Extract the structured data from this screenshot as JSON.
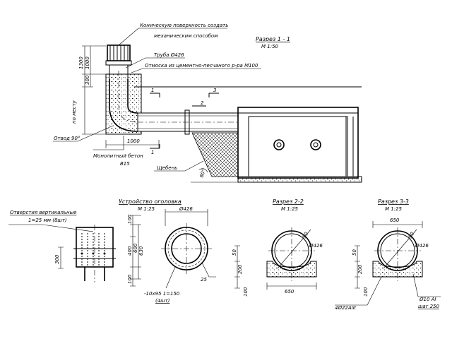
{
  "labels": {
    "cap_line1": "Коническую поверхность создать",
    "cap_line2": "механическим способом",
    "pipe": "Труба Ø426",
    "plaster": "Отмоска из цементно-песчаного р-ра М100",
    "elbow": "Отвод 90°",
    "monolith": "Монолитный бетон",
    "concrete_class": "В15",
    "gravel": "Щебень",
    "holes_line1": "Отверстия вертикальные",
    "holes_line2": "1=25 мм (8шт)",
    "plate_line1": "-10х95 1=150",
    "plate_line2": "(4шт)",
    "rebar": "Ø10 АI",
    "rebar_step": "шаг 250",
    "rebar2": "4Ø22АIII",
    "on_site": "по месту"
  },
  "titles": {
    "section11": "Разрез 1 - 1",
    "section11_scale": "М 1:50",
    "head": "Устройство оголовка",
    "head_scale": "М 1:25",
    "section22": "Разрез 2-2",
    "section22_scale": "М 1:25",
    "section33": "Разрез 3-3",
    "section33_scale": "М 1:25"
  },
  "dims": {
    "d1300": "1300",
    "d1000v": "1000",
    "d300": "300",
    "d1000h": "1000",
    "marker1": "1",
    "marker2": "2",
    "marker3": "3",
    "slope": "60°",
    "h100a": "100",
    "h400": "400",
    "h600": "600",
    "h630": "630",
    "h100b": "100",
    "h300": "300",
    "head_d426": "Ø426",
    "head_25": "25",
    "s2_d426": "Ø426",
    "s2_50a": "50",
    "s2_50b": "50",
    "s2_200": "200",
    "s2_100": "100",
    "s2_650": "650",
    "s3_650": "650",
    "s3_d426": "Ø426",
    "s3_50a": "50",
    "s3_50b": "50",
    "s3_200": "200",
    "s3_100": "100"
  }
}
